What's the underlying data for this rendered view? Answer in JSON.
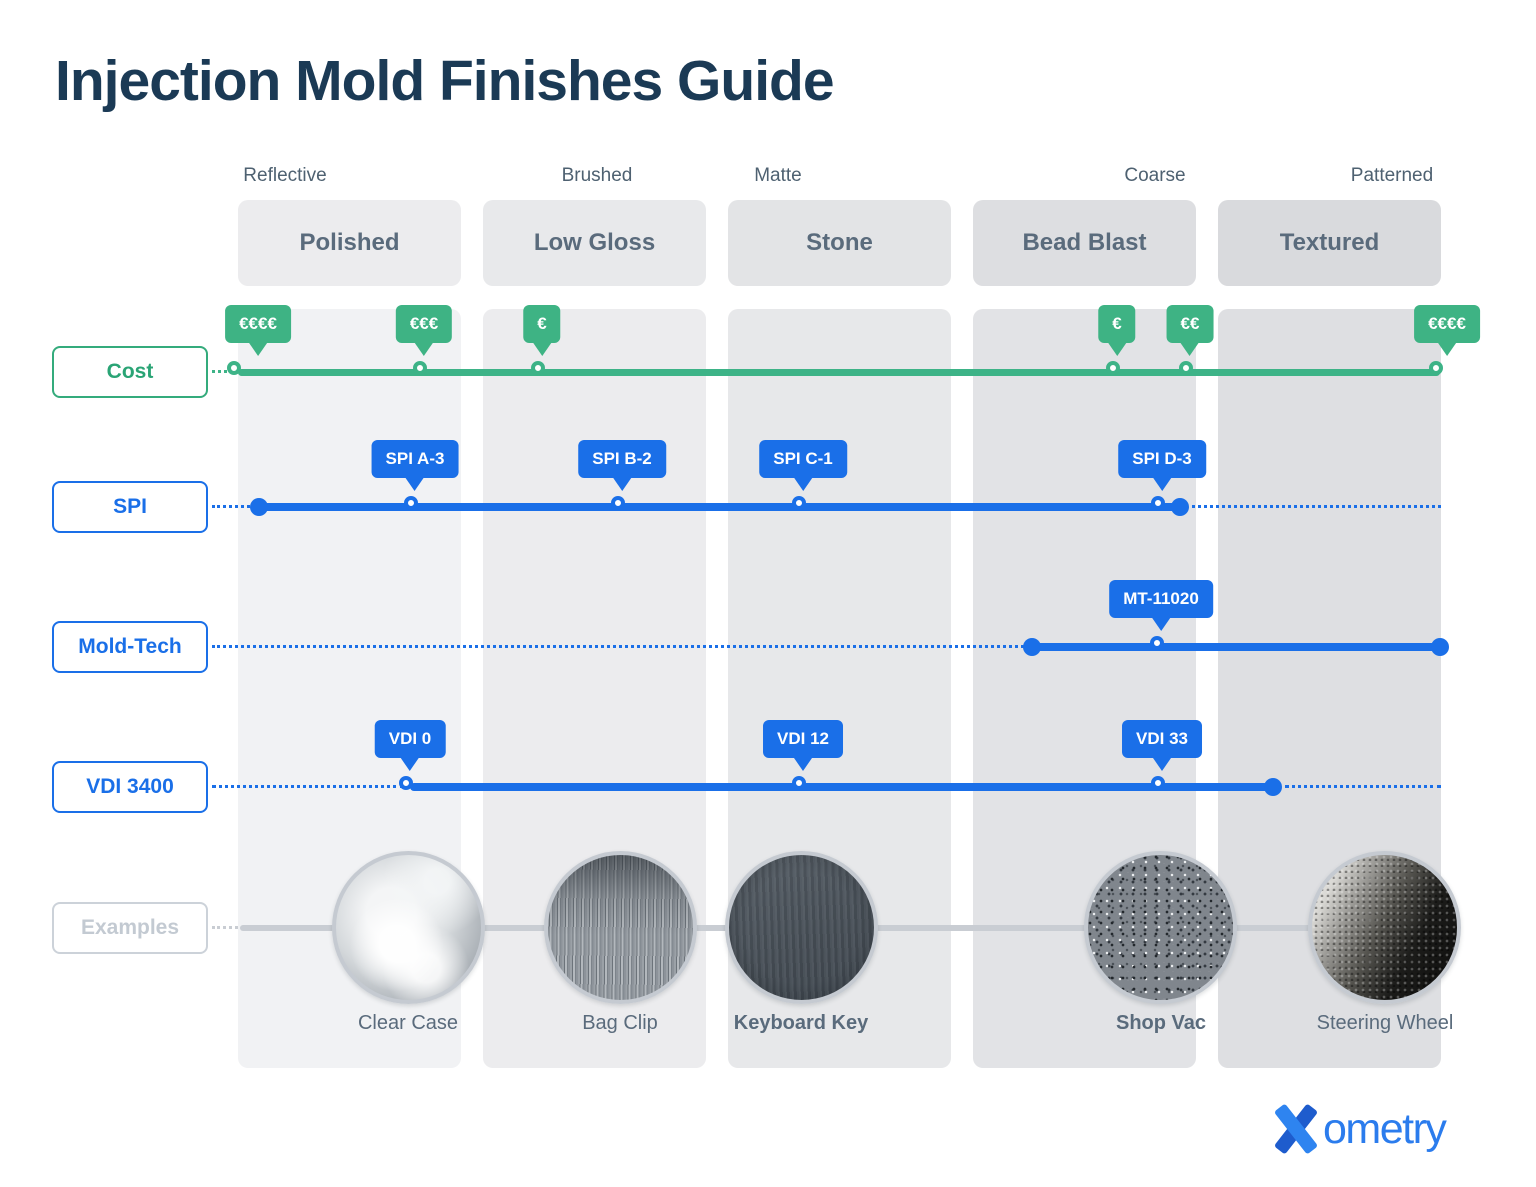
{
  "title": "Injection Mold Finishes Guide",
  "columns": [
    {
      "surface": "Reflective",
      "finish": "Polished"
    },
    {
      "surface": "Brushed",
      "finish": "Low Gloss"
    },
    {
      "surface": "Matte",
      "finish": "Stone"
    },
    {
      "surface": "Coarse",
      "finish": "Bead Blast"
    },
    {
      "surface": "Patterned",
      "finish": "Textured"
    }
  ],
  "rows": {
    "cost": {
      "label": "Cost",
      "markers": [
        {
          "value": "€€€€"
        },
        {
          "value": "€€€"
        },
        {
          "value": "€"
        },
        {
          "value": "€"
        },
        {
          "value": "€€"
        },
        {
          "value": "€€€€"
        }
      ]
    },
    "spi": {
      "label": "SPI",
      "markers": [
        {
          "value": "SPI A-3"
        },
        {
          "value": "SPI B-2"
        },
        {
          "value": "SPI C-1"
        },
        {
          "value": "SPI D-3"
        }
      ]
    },
    "moldtech": {
      "label": "Mold-Tech",
      "markers": [
        {
          "value": "MT-11020"
        }
      ]
    },
    "vdi": {
      "label": "VDI 3400",
      "markers": [
        {
          "value": "VDI 0"
        },
        {
          "value": "VDI 12"
        },
        {
          "value": "VDI 33"
        }
      ]
    },
    "examples": {
      "label": "Examples",
      "items": [
        {
          "name": "Clear Case"
        },
        {
          "name": "Bag Clip"
        },
        {
          "name": "Keyboard Key"
        },
        {
          "name": "Shop Vac"
        },
        {
          "name": "Steering Wheel"
        }
      ]
    }
  },
  "logo": {
    "text": "ometry"
  },
  "colors": {
    "title": "#1b3a55",
    "green": "#3db387",
    "blue": "#1a6fe8",
    "slate_text": "#5a6b7c",
    "examples_gray": "#c9cdd3",
    "band_fills": [
      "#f1f2f4",
      "#ececee",
      "#e7e8ea",
      "#e2e3e6",
      "#dedfe2"
    ],
    "header_fills": [
      "#ececee",
      "#e8e9eb",
      "#e3e4e6",
      "#dddee1",
      "#d9dadd"
    ]
  }
}
